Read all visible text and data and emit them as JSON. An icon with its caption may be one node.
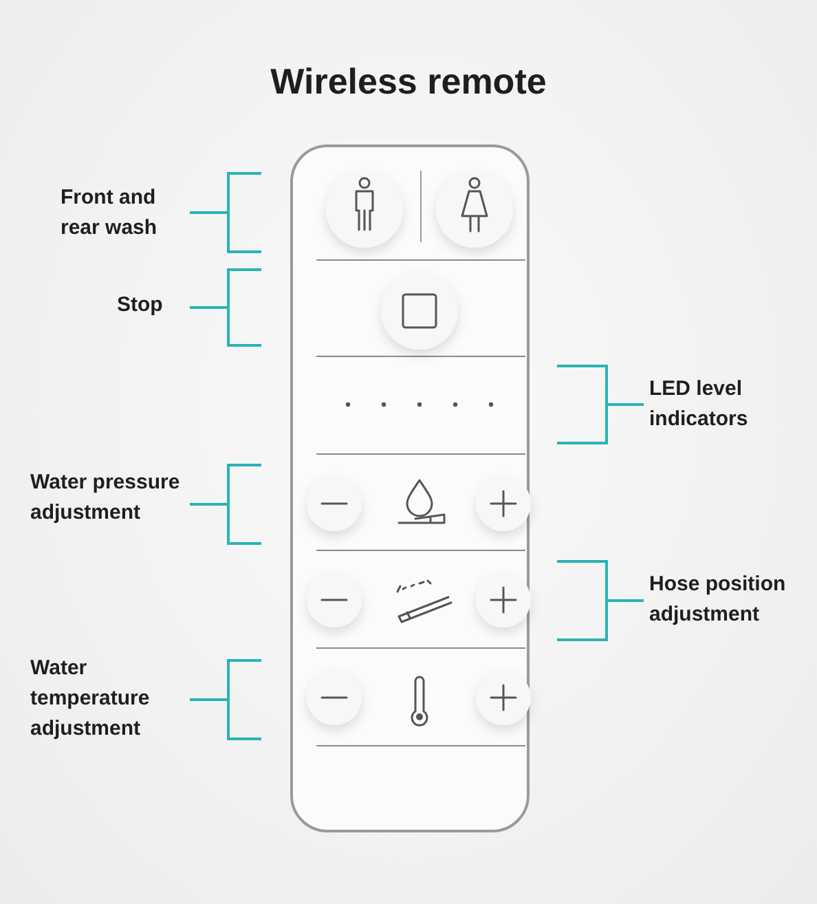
{
  "diagram": {
    "title": "Wireless remote",
    "labels": [
      "Front and rear wash",
      "Stop",
      "LED level indicators",
      "Water pressure adjustment",
      "Hose position adjustment",
      "Water temperature adjustment"
    ]
  }
}
